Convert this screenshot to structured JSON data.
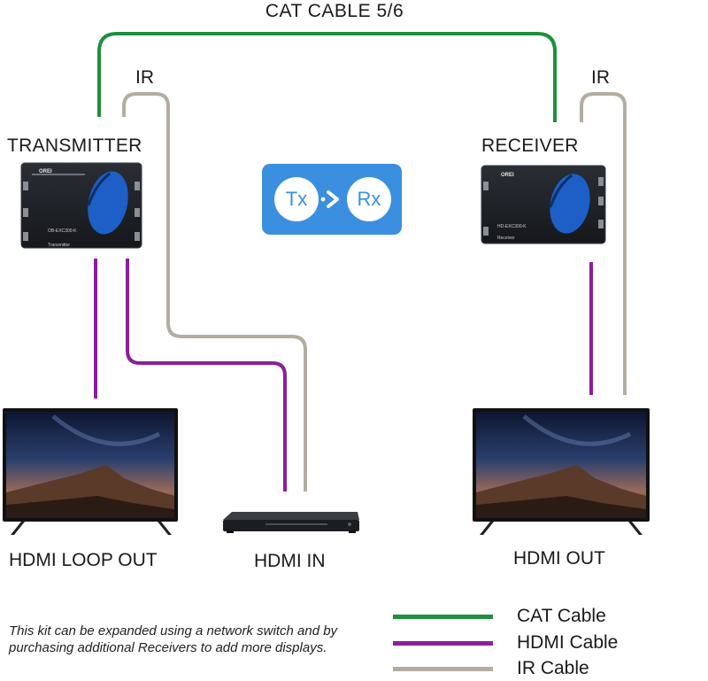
{
  "labels": {
    "cat_cable": "CAT CABLE 5/6",
    "ir_left": "IR",
    "ir_right": "IR",
    "transmitter": "TRANSMITTER",
    "receiver": "RECEIVER",
    "hdmi_loop_out": "HDMI LOOP OUT",
    "hdmi_in": "HDMI IN",
    "hdmi_out": "HDMI OUT"
  },
  "badge": {
    "tx": "Tx",
    "rx": "Rx"
  },
  "devices": {
    "transmitter": {
      "brand": "OREI",
      "model": "OB-EXC300-K",
      "caption": "Transmitter"
    },
    "receiver": {
      "brand": "OREI",
      "model": "HD-EXC300-K",
      "caption": "Receiver"
    }
  },
  "note": "This kit can be expanded using a network switch and by purchasing additional Receivers to add more displays.",
  "legend": [
    {
      "label": "CAT Cable",
      "color": "#1e8f3e"
    },
    {
      "label": "HDMI Cable",
      "color": "#8a1f9a"
    },
    {
      "label": "IR Cable",
      "color": "#b3ada0"
    }
  ],
  "colors": {
    "cat": "#1e8f3e",
    "hdmi": "#8a1f9a",
    "ir": "#b3ada0",
    "badge": "#3b8fe0",
    "device_body": "#1c1f24",
    "device_blue": "#1d5fc7"
  }
}
